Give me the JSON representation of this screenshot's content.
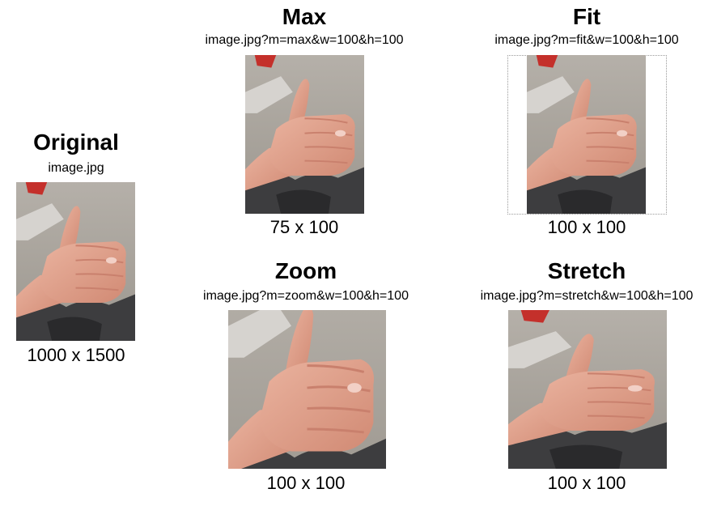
{
  "panels": {
    "original": {
      "title": "Original",
      "url": "image.jpg",
      "dims": "1000 x 1500"
    },
    "max": {
      "title": "Max",
      "url": "image.jpg?m=max&w=100&h=100",
      "dims": "75 x 100"
    },
    "fit": {
      "title": "Fit",
      "url": "image.jpg?m=fit&w=100&h=100",
      "dims": "100 x 100"
    },
    "zoom": {
      "title": "Zoom",
      "url": "image.jpg?m=zoom&w=100&h=100",
      "dims": "100 x 100"
    },
    "stretch": {
      "title": "Stretch",
      "url": "image.jpg?m=stretch&w=100&h=100",
      "dims": "100 x 100"
    }
  },
  "photo": {
    "subject": "thumbs-up-hand"
  },
  "colors": {
    "carpet": "#a8a39c",
    "skin": "#e2a48f",
    "skin_shadow": "#c9806d",
    "fabric_dark": "#3d3d3f",
    "accent_red": "#c4302b",
    "fit_border": "#9a9a9a"
  }
}
